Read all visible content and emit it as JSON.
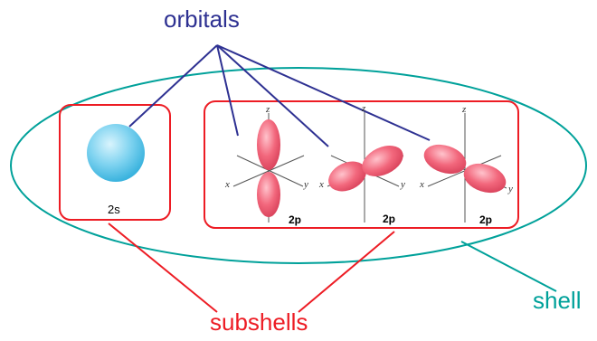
{
  "labels": {
    "orbitals": "orbitals",
    "subshells": "subshells",
    "shell": "shell"
  },
  "subshell_s": {
    "label": "2s"
  },
  "subshell_p": {
    "orbitals": [
      {
        "label": "2p",
        "axes": {
          "x": "x",
          "y": "y",
          "z": "z"
        }
      },
      {
        "label": "2p",
        "axes": {
          "x": "x",
          "y": "y",
          "z": "z"
        }
      },
      {
        "label": "2p",
        "axes": {
          "x": "x",
          "y": "y",
          "z": "z"
        }
      }
    ]
  },
  "colors": {
    "orbitals_text": "#2e3192",
    "orbital_lines": "#2e3192",
    "subshells_text": "#ed1c24",
    "subshell_boxes": "#ed1c24",
    "shell_text": "#00a19a",
    "shell_ellipse": "#00a19a",
    "s_orbital": "#5bc8ea",
    "p_lobes": "#f06277"
  }
}
